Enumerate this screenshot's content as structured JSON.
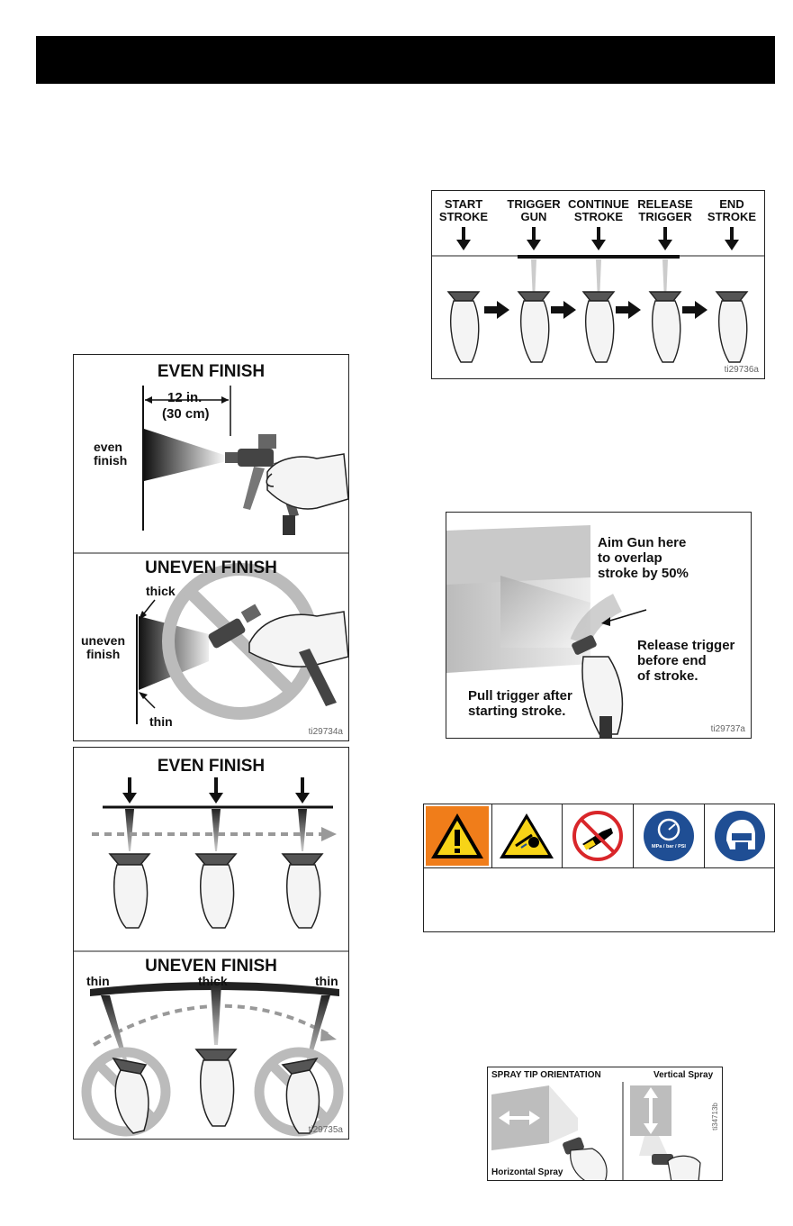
{
  "even_vs_uneven": {
    "even_title": "EVEN FINISH",
    "distance_in": "12 in.",
    "distance_cm": "(30 cm)",
    "even_label_1": "even",
    "even_label_2": "finish",
    "uneven_title": "UNEVEN FINISH",
    "thick": "thick",
    "uneven_label_1": "uneven",
    "uneven_label_2": "finish",
    "thin": "thin",
    "fig_id": "ti29734a"
  },
  "stroke_even": {
    "even_title": "EVEN FINISH",
    "uneven_title": "UNEVEN FINISH",
    "thin_left": "thin",
    "thick_mid": "thick",
    "thin_right": "thin",
    "fig_id": "ti29735a"
  },
  "stroke_sequence": {
    "steps": [
      {
        "line1": "START",
        "line2": "STROKE"
      },
      {
        "line1": "TRIGGER",
        "line2": "GUN"
      },
      {
        "line1": "CONTINUE",
        "line2": "STROKE"
      },
      {
        "line1": "RELEASE",
        "line2": "TRIGGER"
      },
      {
        "line1": "END",
        "line2": "STROKE"
      }
    ],
    "fig_id": "ti29736a"
  },
  "overlap": {
    "aim_1": "Aim Gun here",
    "aim_2": "to overlap",
    "aim_3": "stroke by 50%",
    "release_1": "Release trigger",
    "release_2": "before end",
    "release_3": "of stroke.",
    "pull_1": "Pull trigger after",
    "pull_2": "starting stroke.",
    "fig_id": "ti29737a"
  },
  "warning": {
    "units_label": "MPa / bar / PSI",
    "colors": {
      "warning_orange": "#f07d1a",
      "hazard_yellow": "#f7d417",
      "prohibit_red": "#d9262a",
      "mandatory_blue": "#1f4e94"
    }
  },
  "tip_orientation": {
    "title": "SPRAY TIP ORIENTATION",
    "vertical": "Vertical Spray",
    "horizontal": "Horizontal Spray",
    "fig_id": "ti34713b"
  }
}
